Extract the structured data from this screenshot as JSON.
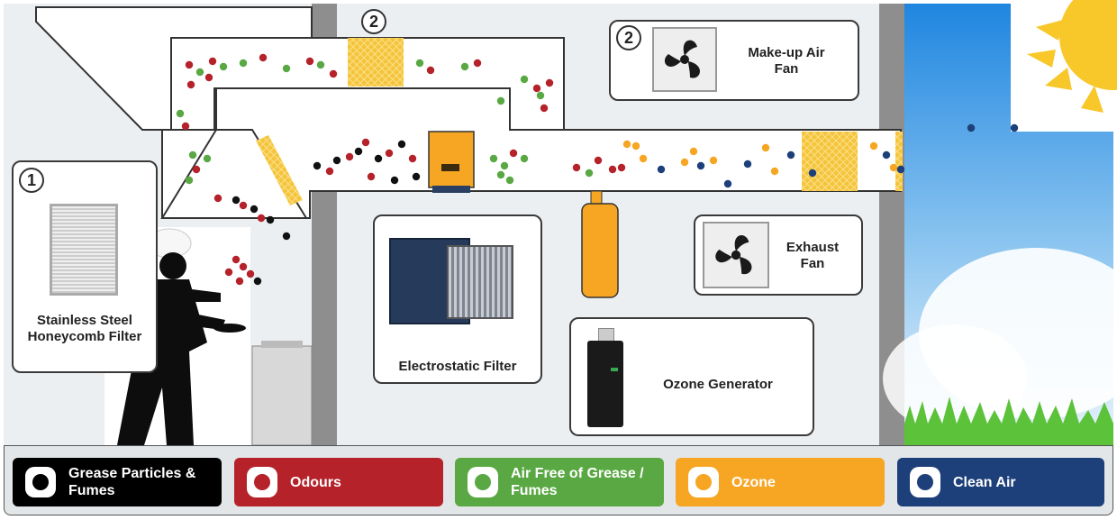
{
  "labels": {
    "filter1_number": "1",
    "filter1": "Stainless Steel Honeycomb Filter",
    "filter2_number_top": "2",
    "fan2_number": "2",
    "makeup_fan": "Make-up Air Fan",
    "exhaust_fan": "Exhaust Fan",
    "esp": "Electrostatic Filter",
    "ozone_gen": "Ozone Generator"
  },
  "legend": [
    {
      "key": "grease",
      "label": "Grease Particles & Fumes",
      "bg": "#000000",
      "dot": "#000000"
    },
    {
      "key": "odours",
      "label": "Odours",
      "bg": "#b5222a",
      "dot": "#b5222a"
    },
    {
      "key": "air_free",
      "label": "Air Free of Grease / Fumes",
      "bg": "#5aa843",
      "dot": "#5aa843"
    },
    {
      "key": "ozone",
      "label": "Ozone",
      "bg": "#f6a623",
      "dot": "#f6a623"
    },
    {
      "key": "clean",
      "label": "Clean Air",
      "bg": "#1d3f7a",
      "dot": "#1d3f7a"
    }
  ],
  "colors": {
    "wall": "#8a8a8a",
    "room": "#e8ecee",
    "duct_outline": "#333333",
    "filter_yellow": "#f5c43a",
    "sky_top": "#2e8fe0",
    "grass": "#5cc23a",
    "sun": "#f8c72a"
  }
}
